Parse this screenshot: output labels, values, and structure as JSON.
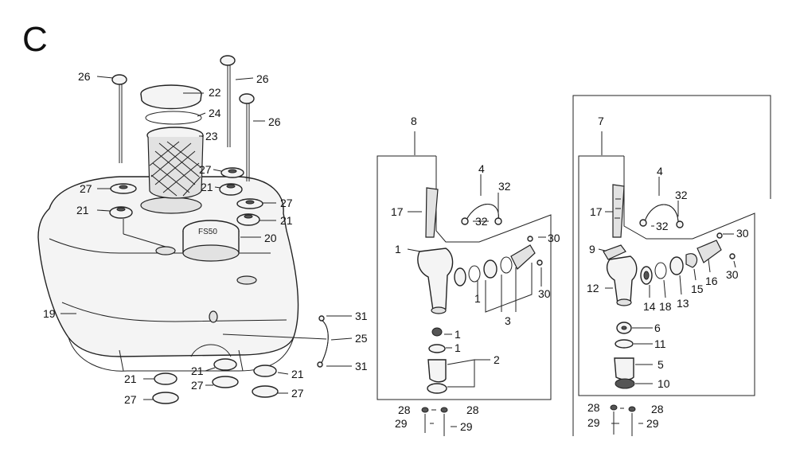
{
  "diagram": {
    "section_letter": "C",
    "left_group": {
      "labels": [
        "26",
        "22",
        "24",
        "23",
        "26",
        "26",
        "27",
        "27",
        "21",
        "21",
        "27",
        "21",
        "20",
        "19",
        "31",
        "25",
        "31",
        "21",
        "27",
        "21",
        "27",
        "21",
        "27"
      ]
    },
    "box_8": {
      "title": "8",
      "labels": [
        "4",
        "32",
        "32",
        "17",
        "30",
        "1",
        "30",
        "1",
        "3",
        "1",
        "1",
        "2",
        "28",
        "28",
        "29",
        "29"
      ]
    },
    "box_7": {
      "title": "7",
      "labels": [
        "4",
        "32",
        "32",
        "17",
        "30",
        "9",
        "30",
        "12",
        "14",
        "18",
        "13",
        "15",
        "16",
        "6",
        "11",
        "5",
        "10",
        "28",
        "28",
        "29",
        "29"
      ]
    }
  }
}
